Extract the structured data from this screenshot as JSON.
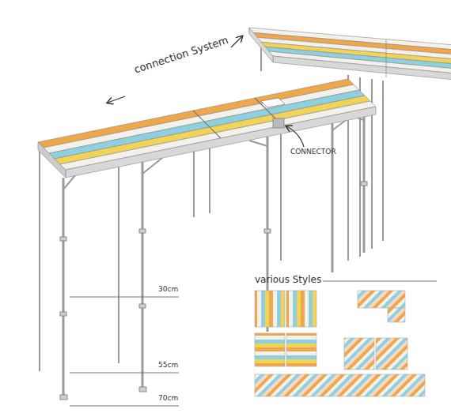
{
  "diagram": {
    "labels": [
      "connection System",
      "CONNECTOR",
      "30cm",
      "55cm",
      "70cm",
      "various Styles"
    ]
  }
}
